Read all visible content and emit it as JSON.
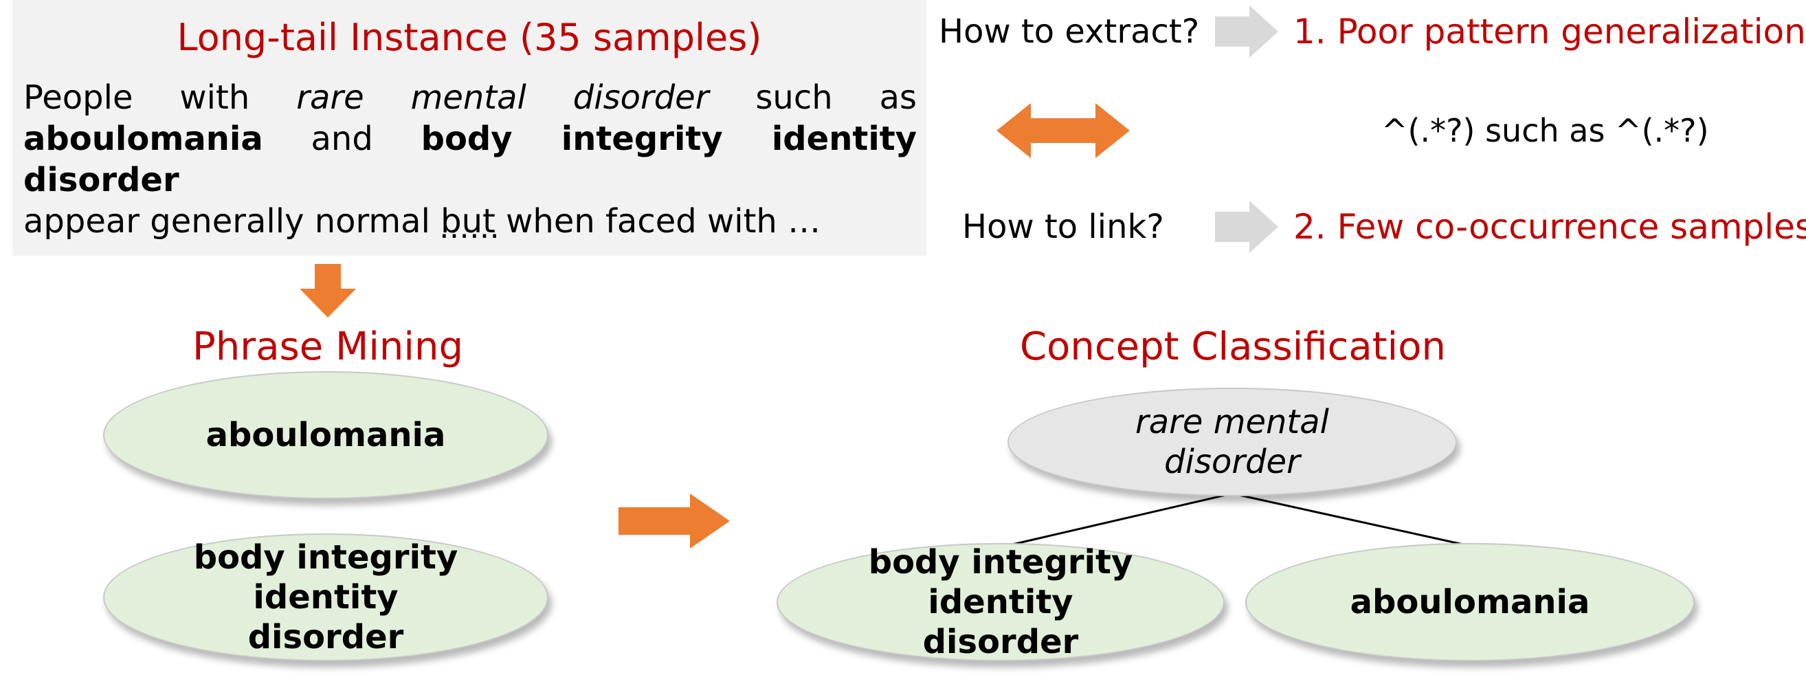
{
  "instance": {
    "title": "Long-tail Instance (35 samples)",
    "line1": {
      "w1": "People",
      "w2": "with",
      "w3": "rare mental disorder",
      "w4": "such",
      "w5": "as"
    },
    "line2": {
      "b1": "aboulomania",
      "t1": "and",
      "b2": "body integrity identity disorder"
    },
    "line3": "appear generally normal but when faced with …",
    "ellipsis": "……"
  },
  "questions": {
    "extract": "How to extract?",
    "link": "How to link?"
  },
  "answers": {
    "a1": "1. Poor pattern generalization",
    "a2": "2. Few co-occurrence samples"
  },
  "pattern": "^(.*?) such as ^(.*?)",
  "phrase_mining": {
    "title": "Phrase Mining",
    "nodes": [
      "aboulomania",
      "body integrity identity disorder"
    ]
  },
  "concept_classification": {
    "title": "Concept Classification",
    "parent": "rare mental disorder",
    "children": [
      "body integrity identity disorder",
      "aboulomania"
    ]
  },
  "colors": {
    "title_red": "#c00000",
    "arrow_orange": "#ed7d31",
    "arrow_grey": "#d9d9d9",
    "node_green": "#e2efda",
    "node_grey": "#e6e6e6"
  }
}
